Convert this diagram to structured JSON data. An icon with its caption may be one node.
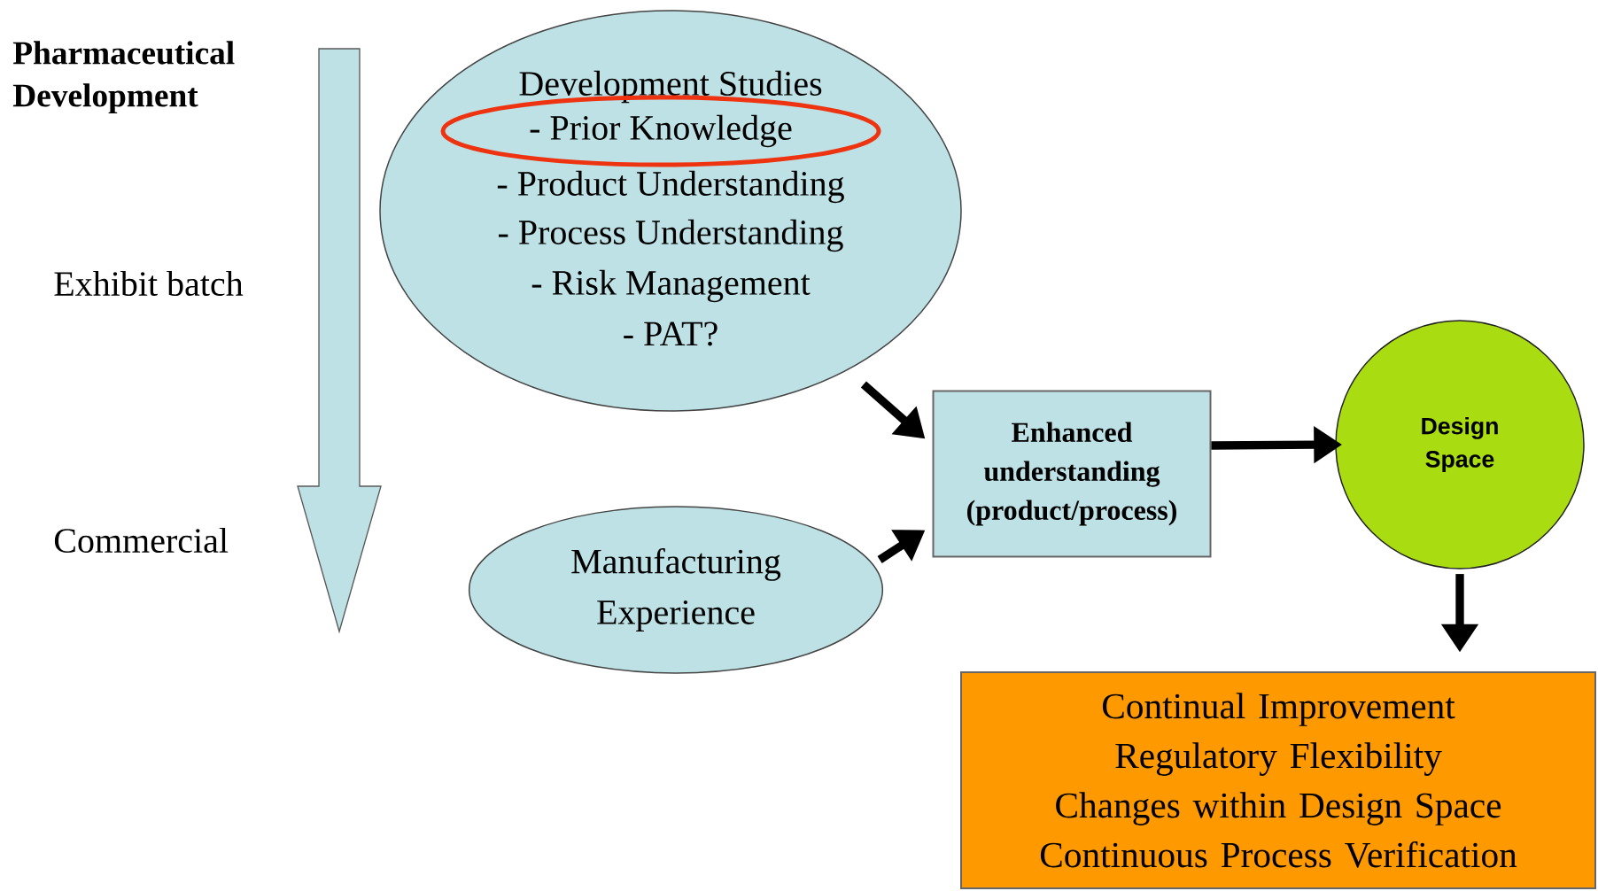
{
  "diagram": {
    "nodes": [
      {
        "text": [
          "Development Studies",
          "- Product Understanding",
          "- Process Understanding",
          "- Risk Management",
          "- PAT?"
        ]
      },
      {
        "text": [
          "- Prior Knowledge"
        ],
        "in": 0
      },
      {
        "text": [
          "Manufacturing Experience"
        ]
      },
      {
        "text": [
          "Enhanced understanding (product/process)"
        ]
      },
      {
        "text": [
          "Design Space"
        ]
      },
      {
        "text": [
          "Continual Improvement",
          "Regulatory Flexibility",
          "Changes within Design Space",
          "Continuous Process Verification"
        ]
      }
    ],
    "edges": [
      {
        "from": 0,
        "to": 3,
        "arrow": "to"
      },
      {
        "from": 2,
        "to": 3,
        "arrow": "to"
      },
      {
        "from": 3,
        "to": 4,
        "arrow": "to"
      },
      {
        "from": 4,
        "to": 5,
        "arrow": "to"
      }
    ],
    "labels": [
      "Pharmaceutical Development",
      "Exhibit batch",
      "Commercial"
    ]
  }
}
